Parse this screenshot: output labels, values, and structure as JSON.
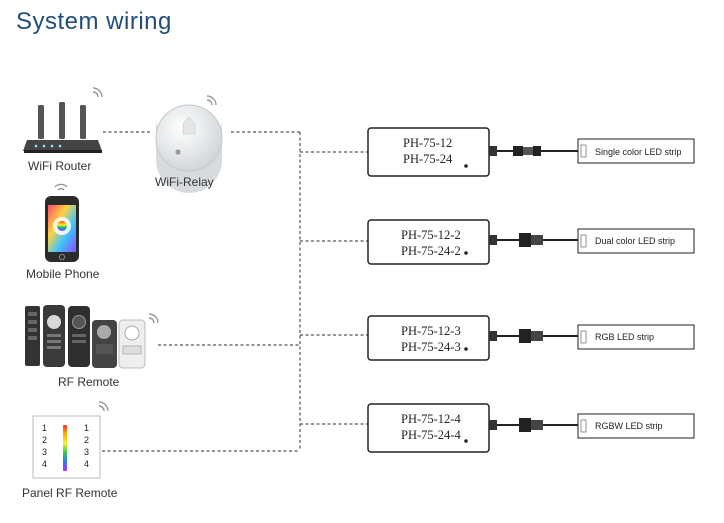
{
  "title": "System wiring",
  "devices": {
    "wifi_router": "WiFi Router",
    "wifi_relay": "WiFi-Relay",
    "mobile_phone": "Mobile Phone",
    "rf_remote": "RF Remote",
    "panel_rf_remote": "Panel RF Remote"
  },
  "drivers": [
    {
      "model_a": "PH-75-12",
      "model_b": "PH-75-24",
      "strip": "Single color LED strip"
    },
    {
      "model_a": "PH-75-12-2",
      "model_b": "PH-75-24-2",
      "strip": "Dual color LED strip"
    },
    {
      "model_a": "PH-75-12-3",
      "model_b": "PH-75-24-3",
      "strip": "RGB LED strip"
    },
    {
      "model_a": "PH-75-12-4",
      "model_b": "PH-75-24-4",
      "strip": "RGBW LED strip"
    }
  ],
  "panel_keys": [
    "1",
    "2",
    "3",
    "4",
    "1",
    "2",
    "3",
    "4"
  ]
}
